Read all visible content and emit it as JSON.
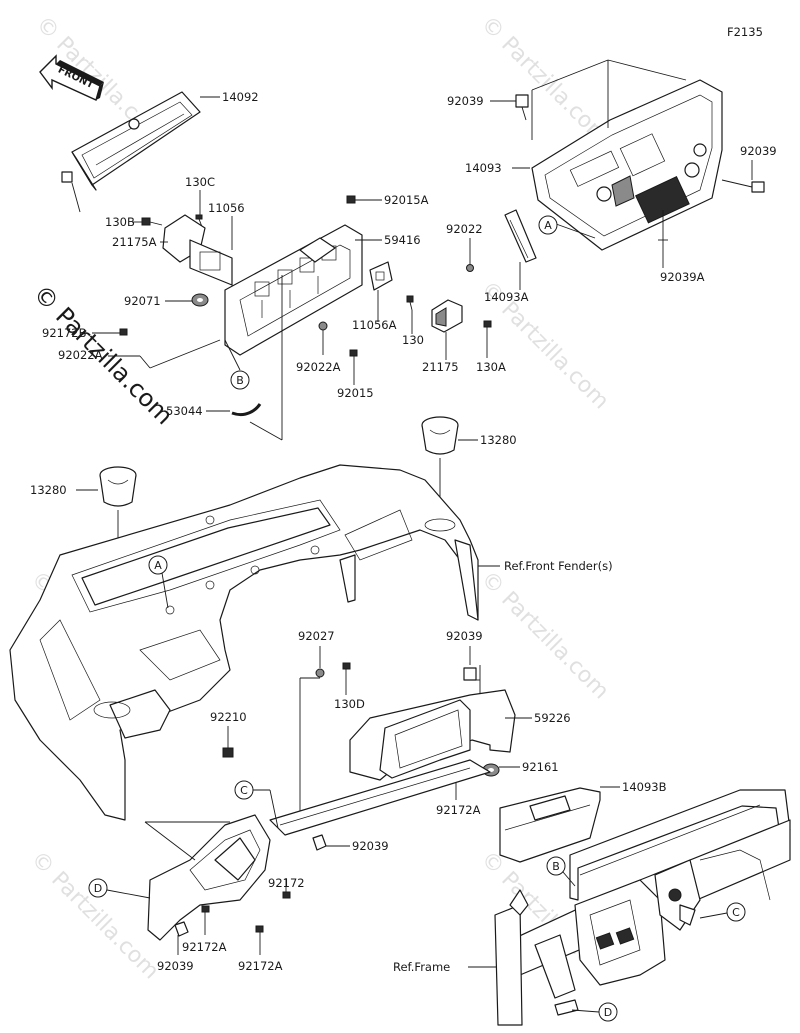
{
  "diagram": {
    "figure_code": "F2135",
    "front_arrow_label": "FRONT",
    "watermark": "© Partzilla.com",
    "part_labels": {
      "p14092": "14092",
      "p130C": "130C",
      "p11056": "11056",
      "p130B": "130B",
      "p21175A": "21175A",
      "p92071": "92071",
      "p92172B": "92172B",
      "p92022A_left": "92022A",
      "p92015A": "92015A",
      "p59416": "59416",
      "p11056A": "11056A",
      "p130": "130",
      "p21175": "21175",
      "p130A": "130A",
      "p92022A_mid": "92022A",
      "p92015": "92015",
      "p53044": "53044",
      "p92039_top": "92039",
      "p14093": "14093",
      "p92039_right": "92039",
      "p92022": "92022",
      "p14093A": "14093A",
      "p92039A": "92039A",
      "p13280_right": "13280",
      "p13280_left": "13280",
      "ref_front_fender": "Ref.Front Fender(s)",
      "p92027": "92027",
      "p130D": "130D",
      "p92039_mid": "92039",
      "p59226": "59226",
      "p92210": "92210",
      "p92161": "92161",
      "p92172A_mid": "92172A",
      "p14093B": "14093B",
      "p92039_lower": "92039",
      "p92172": "92172",
      "p92172A_left": "92172A",
      "p92039_bottom": "92039",
      "p92172A_bottom": "92172A",
      "ref_frame": "Ref.Frame"
    },
    "callouts": {
      "A_top": "A",
      "B_top": "B",
      "A_dash": "A",
      "C_left": "C",
      "D_left": "D",
      "B_frame": "B",
      "C_frame": "C",
      "D_frame": "D"
    }
  }
}
